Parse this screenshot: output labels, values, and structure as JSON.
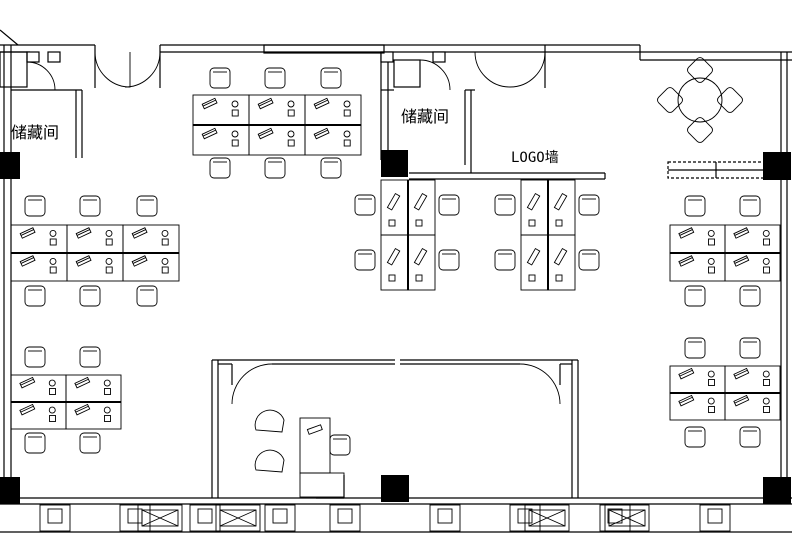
{
  "labels": {
    "storage_left": "储藏间",
    "storage_center": "储藏间",
    "logo_wall": "LOGO墙"
  },
  "colors": {
    "line": "#000000",
    "background": "#ffffff",
    "column": "#000000"
  }
}
